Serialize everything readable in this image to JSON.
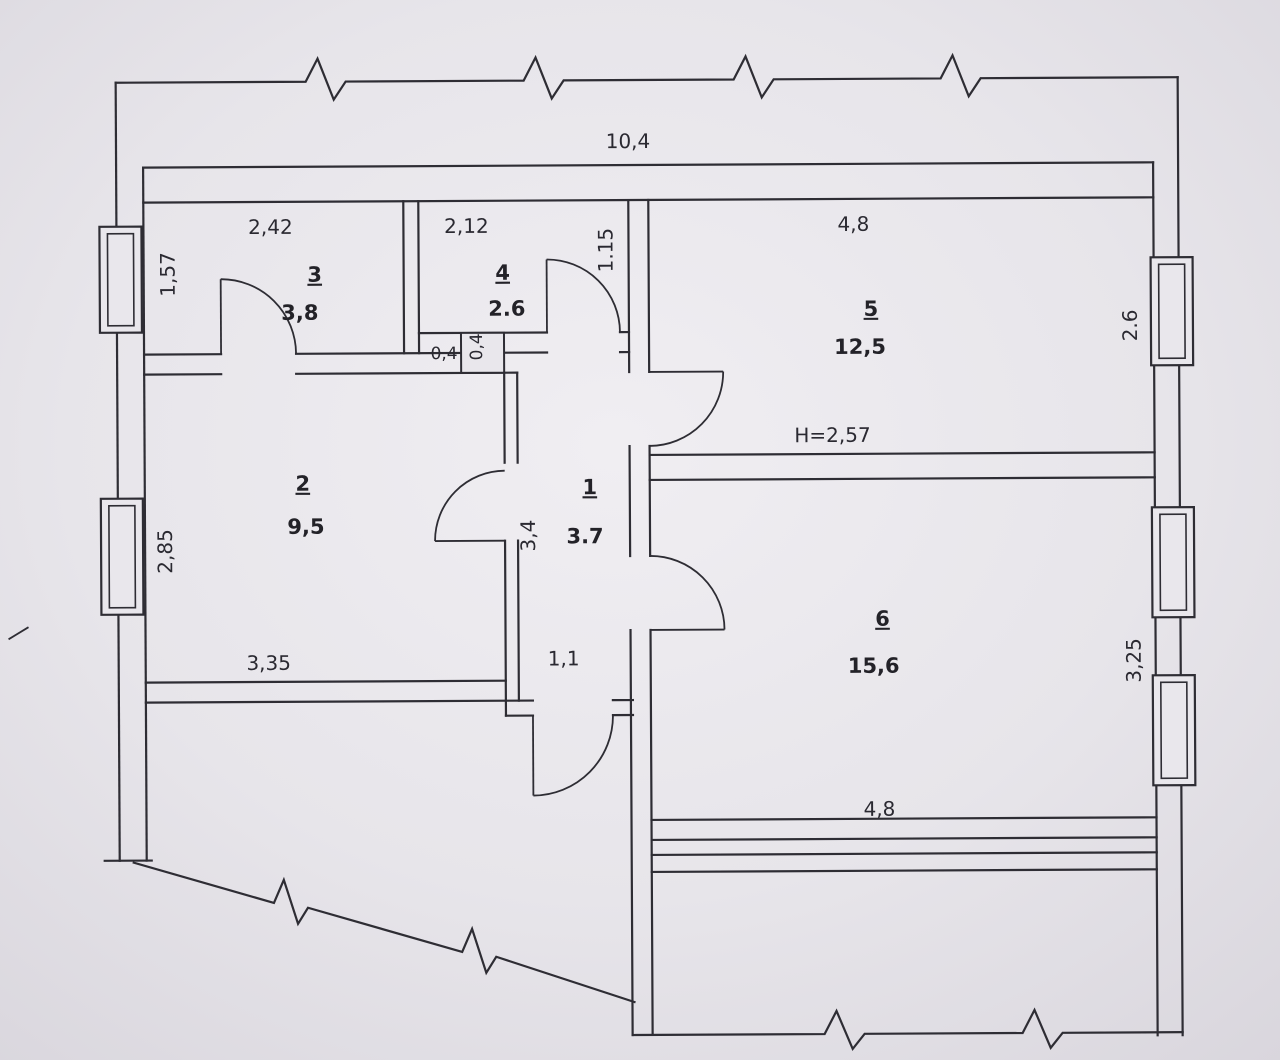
{
  "plan": {
    "top_width": "10,4",
    "ceiling_height": "H=2,57",
    "rooms": {
      "r1": {
        "number": "1",
        "area": "3.7",
        "length": "3,4",
        "width": "1,1"
      },
      "r2": {
        "number": "2",
        "area": "9,5",
        "height": "2,85",
        "width": "3,35"
      },
      "r3": {
        "number": "3",
        "area": "3,8",
        "width": "2,42",
        "height": "1,57"
      },
      "r4": {
        "number": "4",
        "area": "2.6",
        "width": "2,12",
        "side": "1.15",
        "jog_a": "0,4",
        "jog_b": "0,4"
      },
      "r5": {
        "number": "5",
        "area": "12,5",
        "width": "4,8",
        "side": "2.6"
      },
      "r6": {
        "number": "6",
        "area": "15,6",
        "width": "4,8",
        "side": "3,25"
      }
    }
  }
}
